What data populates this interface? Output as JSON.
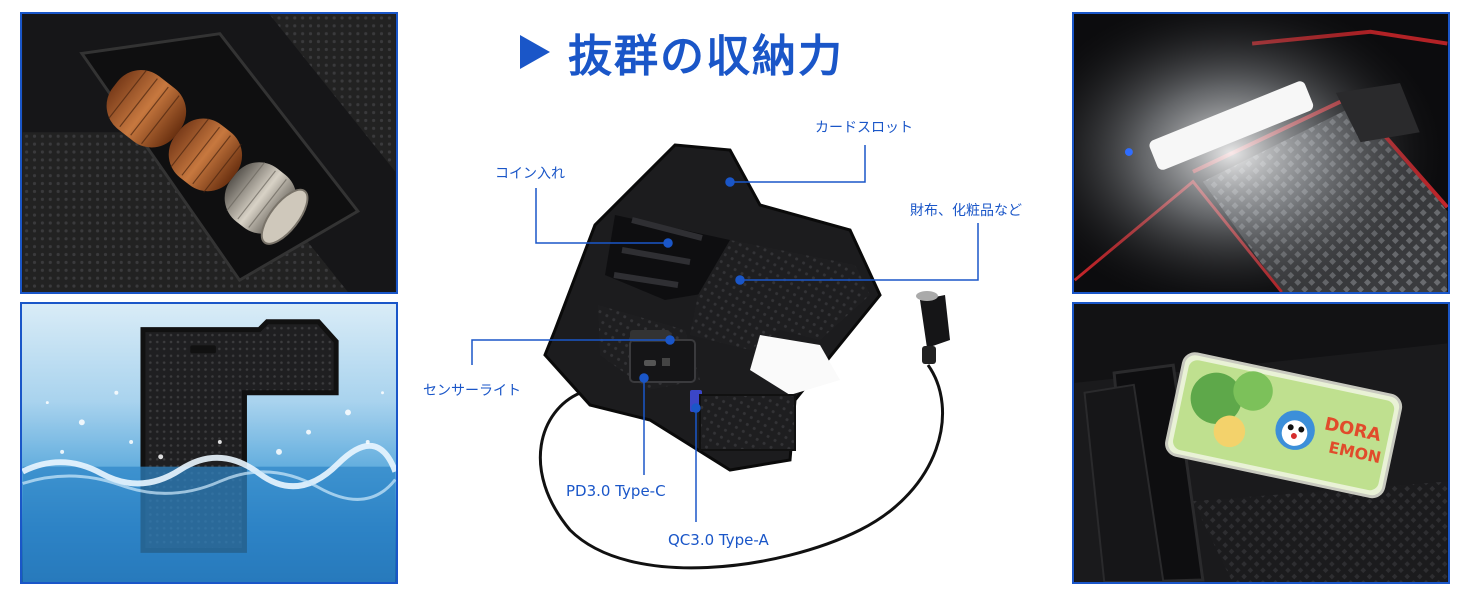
{
  "headline": {
    "marker": "▶",
    "text": "抜群の収納力"
  },
  "callouts": {
    "card_slot": "カードスロット",
    "coin_holder": "コイン入れ",
    "wallet_cosmetics": "財布、化粧品など",
    "sensor_light": "センサーライト",
    "pd_port": "PD3.0 Type-C",
    "qc_port": "QC3.0 Type-A"
  },
  "card_print": {
    "line1": "DORA",
    "line2": "EMON"
  },
  "colors": {
    "accent": "#1a56c8",
    "frame": "#1a56c8",
    "tray": "#1e1e20",
    "water": "#2a7cc2"
  }
}
